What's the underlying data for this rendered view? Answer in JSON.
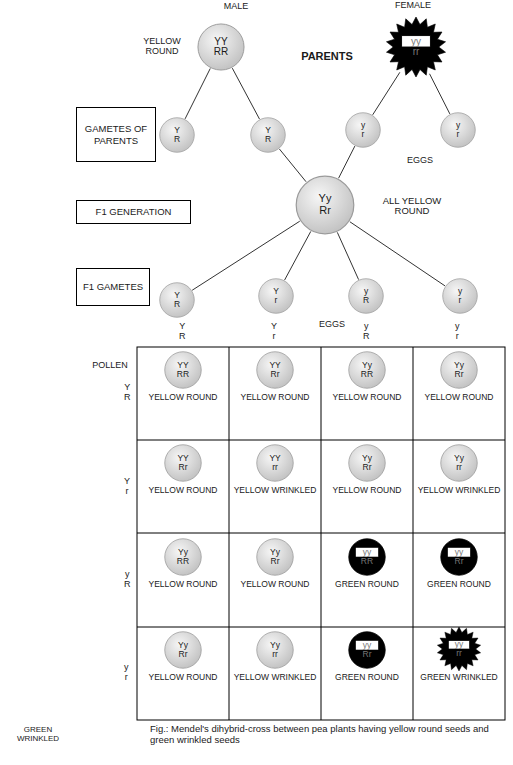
{
  "diagram": {
    "caption": "Fig.: Mendel's dihybrid-cross between pea plants having yellow round seeds and green wrinkled seeds",
    "nodes": [
      {
        "text": [
          "YY RR"
        ]
      },
      {
        "text": [
          "yy rr"
        ]
      },
      {
        "text": [
          "GAMETES OF PARENTS"
        ]
      },
      {
        "text": [
          "Y R"
        ]
      },
      {
        "text": [
          "Y R"
        ]
      },
      {
        "text": [
          "y r"
        ]
      },
      {
        "text": [
          "y r"
        ]
      },
      {
        "text": [
          "F1 GENERATION"
        ]
      },
      {
        "text": [
          "Yy Rr"
        ]
      },
      {
        "text": [
          "F1 GAMETES"
        ]
      },
      {
        "text": [
          "Y R"
        ]
      },
      {
        "text": [
          "Y r"
        ]
      },
      {
        "text": [
          "y R"
        ]
      },
      {
        "text": [
          "y r"
        ]
      },
      {
        "text": [
          "YELLOW ROUND"
        ]
      },
      {
        "text": [
          "YY RR"
        ],
        "in": 14
      },
      {
        "text": [
          "YELLOW ROUND"
        ]
      },
      {
        "text": [
          "YY Rr"
        ],
        "in": 16
      },
      {
        "text": [
          "YELLOW ROUND"
        ]
      },
      {
        "text": [
          "Yy RR"
        ],
        "in": 18
      },
      {
        "text": [
          "YELLOW ROUND"
        ]
      },
      {
        "text": [
          "Yy Rr"
        ],
        "in": 20
      },
      {
        "text": [
          "YELLOW ROUND"
        ]
      },
      {
        "text": [
          "YY Rr"
        ],
        "in": 22
      },
      {
        "text": [
          "YELLOW WRINKLED"
        ]
      },
      {
        "text": [
          "YY rr"
        ],
        "in": 24
      },
      {
        "text": [
          "YELLOW ROUND"
        ]
      },
      {
        "text": [
          "Yy Rr"
        ],
        "in": 26
      },
      {
        "text": [
          "YELLOW WRINKLED"
        ]
      },
      {
        "text": [
          "Yy rr"
        ],
        "in": 28
      },
      {
        "text": [
          "YELLOW ROUND"
        ]
      },
      {
        "text": [
          "Yy RR"
        ],
        "in": 30
      },
      {
        "text": [
          "YELLOW ROUND"
        ]
      },
      {
        "text": [
          "Yy Rr"
        ],
        "in": 32
      },
      {
        "text": [
          "GREEN ROUND"
        ]
      },
      {
        "text": [
          "yy RR"
        ],
        "in": 34
      },
      {
        "text": [
          "GREEN ROUND"
        ]
      },
      {
        "text": [
          "yy Rr"
        ],
        "in": 36
      },
      {
        "text": [
          "YELLOW ROUND"
        ]
      },
      {
        "text": [
          "Yy Rr"
        ],
        "in": 38
      },
      {
        "text": [
          "YELLOW WRINKLED"
        ]
      },
      {
        "text": [
          "Yy rr"
        ],
        "in": 40
      },
      {
        "text": [
          "GREEN ROUND"
        ]
      },
      {
        "text": [
          "yy Rr"
        ],
        "in": 42
      },
      {
        "text": [
          "GREEN WRINKLED"
        ]
      },
      {
        "text": [
          "yy rr"
        ],
        "in": 44
      }
    ],
    "edges": [
      {
        "from": 0,
        "to": 3,
        "arrow": "none"
      },
      {
        "from": 0,
        "to": 4,
        "arrow": "none"
      },
      {
        "from": 1,
        "to": 5,
        "arrow": "none"
      },
      {
        "from": 1,
        "to": 6,
        "arrow": "none"
      },
      {
        "from": 4,
        "to": 8,
        "arrow": "none"
      },
      {
        "from": 5,
        "to": 8,
        "arrow": "none"
      },
      {
        "from": 8,
        "to": 10,
        "arrow": "none"
      },
      {
        "from": 8,
        "to": 11,
        "arrow": "none"
      },
      {
        "from": 8,
        "to": 12,
        "arrow": "none"
      },
      {
        "from": 8,
        "to": 13,
        "arrow": "none"
      }
    ],
    "labels": [
      "MALE",
      "YELLOW ROUND",
      "PARENTS",
      "FEMALE",
      "EGGS",
      "ALL YELLOW ROUND",
      "EGGS",
      "POLLEN",
      "Y R",
      "Y r",
      "y R",
      "y r",
      "Y R",
      "Y r",
      "y R",
      "y r",
      "GREEN WRINKLED"
    ]
  }
}
